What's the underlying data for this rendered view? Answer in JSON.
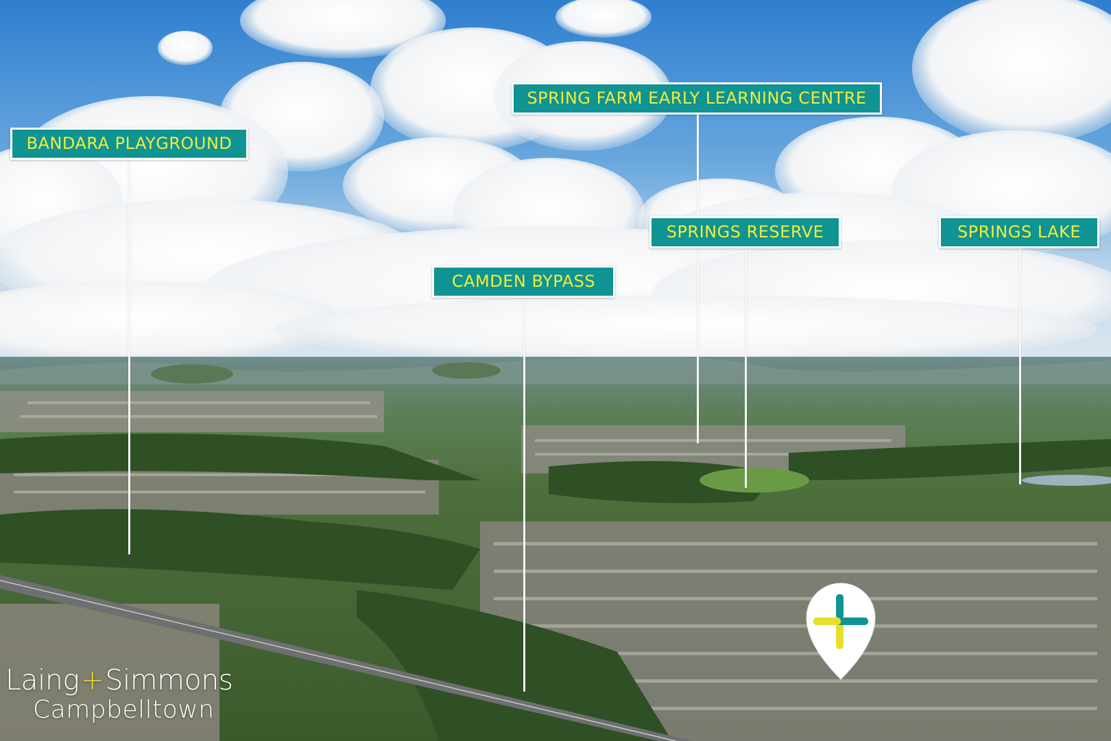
{
  "labels": {
    "bandara": "BANDARA PLAYGROUND",
    "early_learning": "SPRING FARM EARLY LEARNING CENTRE",
    "springs_reserve": "SPRINGS RESERVE",
    "springs_lake": "SPRINGS LAKE",
    "camden_bypass": "CAMDEN BYPASS"
  },
  "brand": {
    "name_part1": "Laing",
    "separator": "+",
    "name_part2": "Simmons",
    "office": "Campbelltown"
  },
  "colors": {
    "label_bg": "#0f9493",
    "label_text": "#f4ec3b",
    "pin_teal": "#0f9493",
    "pin_yellow": "#e9de2c"
  },
  "icons": {
    "property_pin": "map-pin-icon"
  }
}
